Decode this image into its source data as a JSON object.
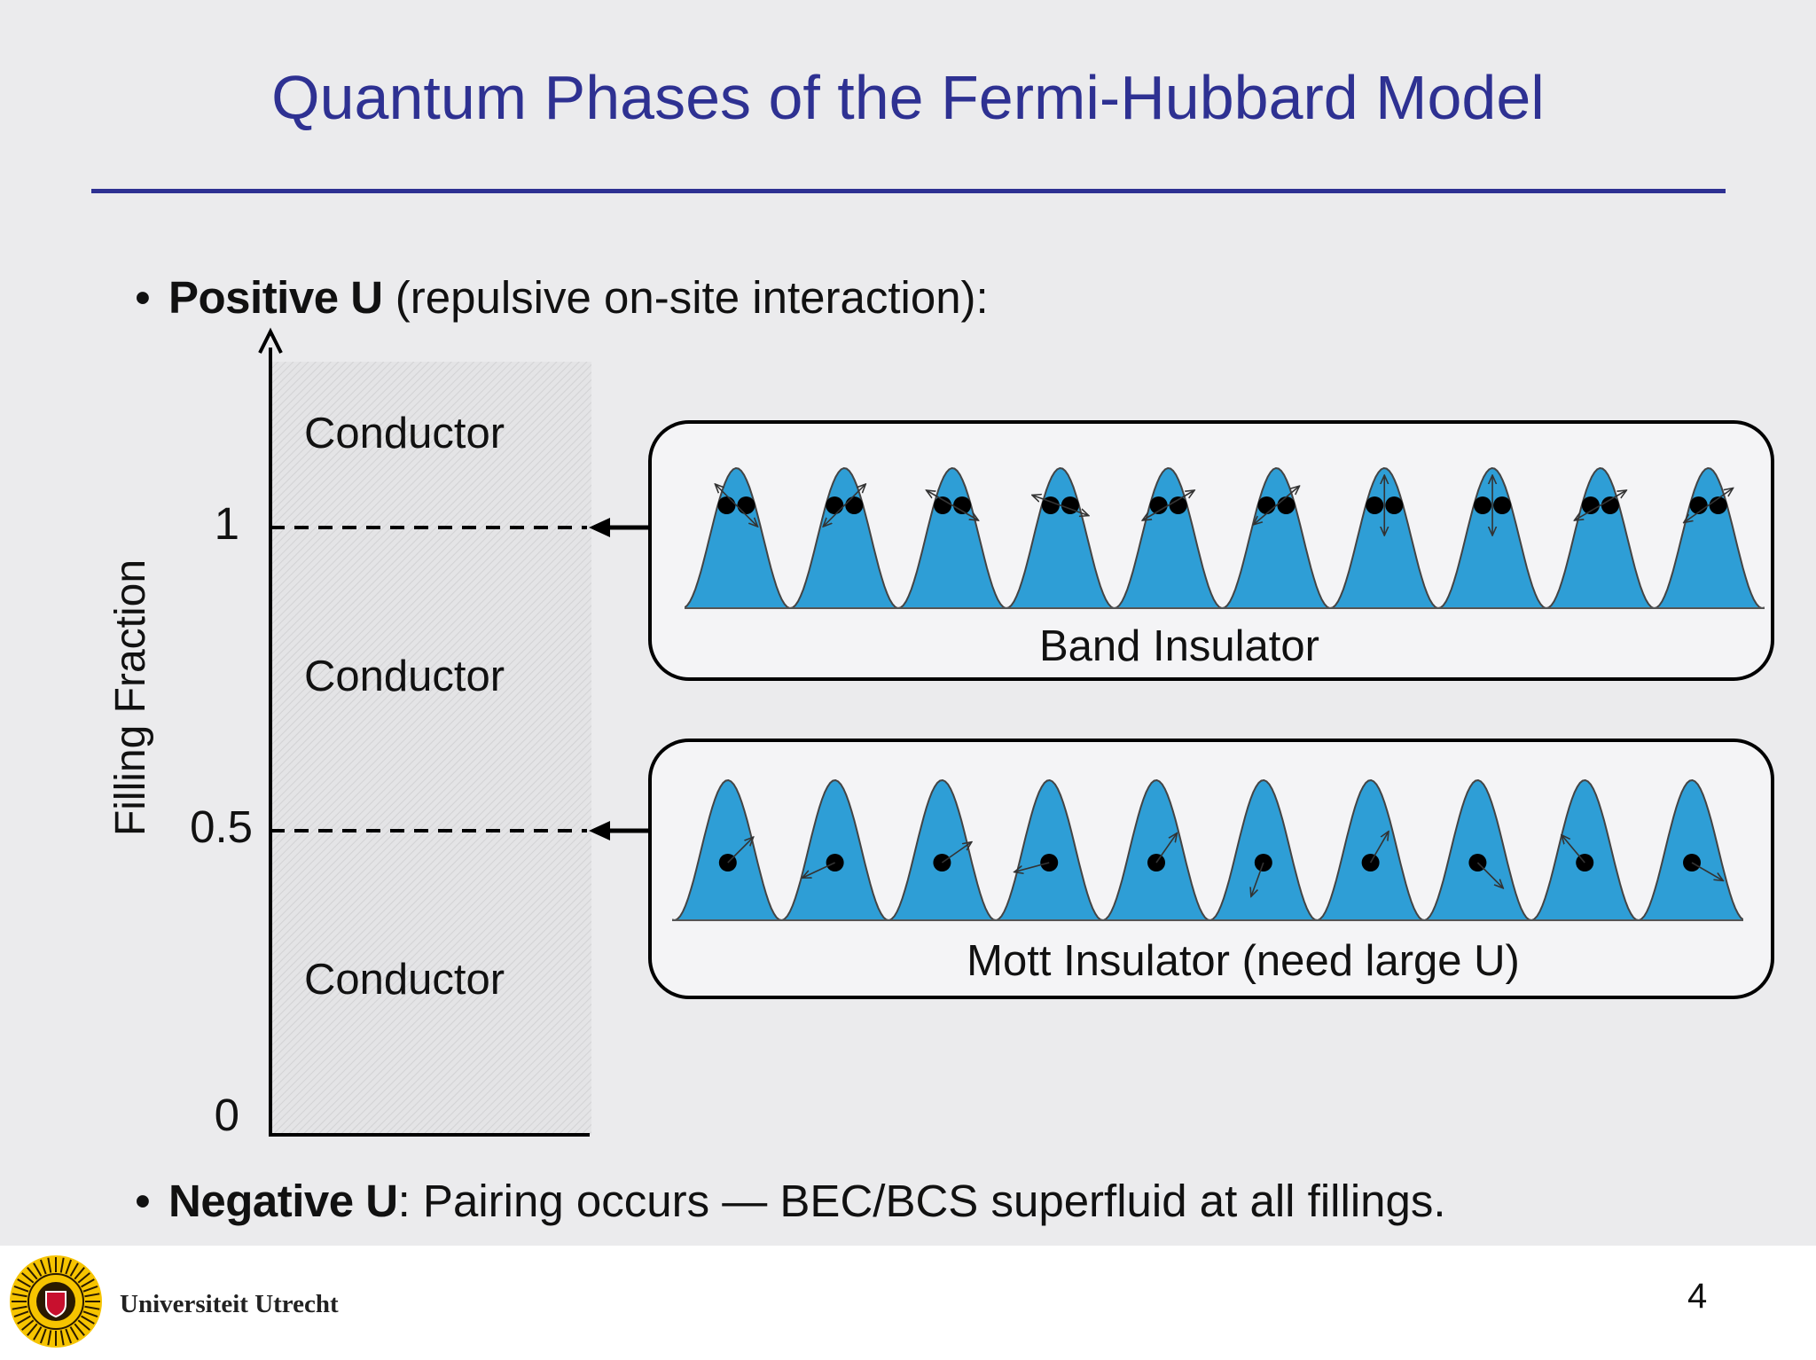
{
  "title": "Quantum Phases of the Fermi-Hubbard Model",
  "bullets": {
    "positive": {
      "marker": "•",
      "bold": "Positive U",
      "rest": " (repulsive on-site interaction):"
    },
    "negative": {
      "marker": "•",
      "bold": "Negative U",
      "rest": ": Pairing occurs — BEC/BCS superfluid at all fillings."
    }
  },
  "phase_diagram": {
    "axis_label": "Filling Fraction",
    "ticks": [
      "1",
      "0.5",
      "0"
    ],
    "region_labels": [
      "Conductor",
      "Conductor",
      "Conductor"
    ]
  },
  "insets": {
    "band": {
      "caption": "Band Insulator",
      "fill_per_site": 2,
      "site_count": 10,
      "spin_arrow_directions_deg": [
        135,
        45,
        150,
        160,
        210,
        40,
        90,
        90,
        30,
        35
      ]
    },
    "mott": {
      "caption": "Mott Insulator (need large U)",
      "fill_per_site": 1,
      "site_count": 10,
      "spin_arrow_directions_deg": [
        45,
        205,
        35,
        195,
        55,
        250,
        60,
        315,
        130,
        330
      ]
    }
  },
  "colors": {
    "title": "#2e3192",
    "lattice": "#2e9ed6",
    "rule": "#2e3192"
  },
  "footer": {
    "institution": "Universiteit Utrecht",
    "logo_icon": "sun-seal-logo",
    "page_number": "4"
  }
}
